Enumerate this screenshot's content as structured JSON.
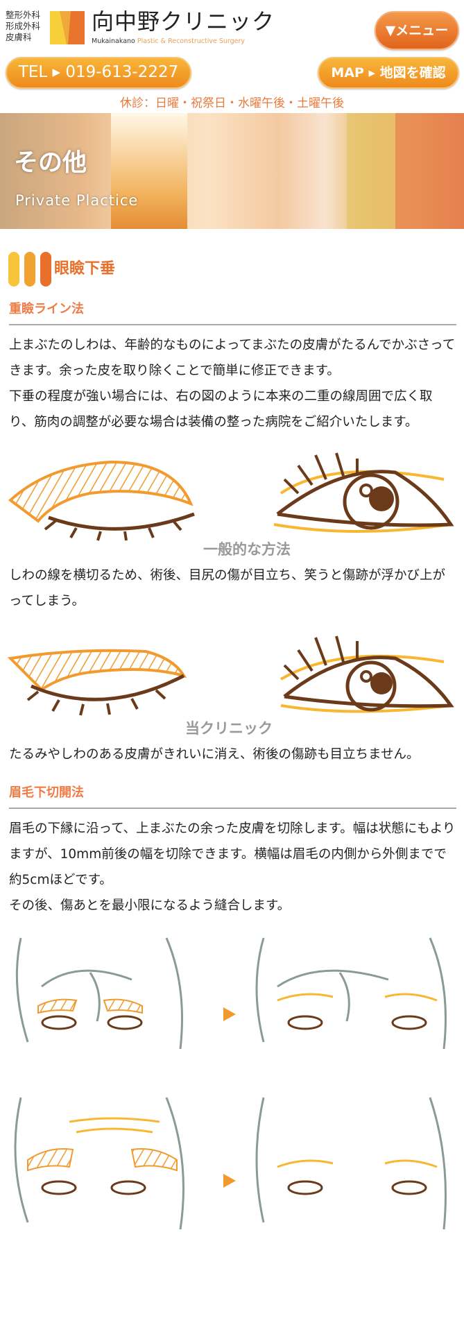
{
  "header": {
    "departments": [
      "整形外科",
      "形成外科",
      "皮膚科"
    ],
    "clinic_name": "向中野クリニック",
    "subtitle_a": "Mukainakano",
    "subtitle_b": "Plastic & Reconstructive Surgery",
    "menu_label": "▼メニュー",
    "tel_label": "TEL ▸ 019-613-2227",
    "map_label": "MAP ▸ 地図を確認",
    "closed_days": "休診：日曜・祝祭日・水曜午後・土曜午後"
  },
  "banner": {
    "title": "その他",
    "subtitle": "Private Plactice"
  },
  "section": {
    "title": "眼瞼下垂",
    "sub1": {
      "title": "重瞼ライン法",
      "para1": "上まぶたのしわは、年齢的なものによってまぶたの皮膚がたるんでかぶさってきます。余った皮を取り除くことで簡単に修正できます。",
      "para2": "下垂の程度が強い場合には、右の図のように本来の二重の線周囲で広く取り、筋肉の調整が必要な場合は装備の整った病院をご紹介いたします。",
      "figure1_caption": "一般的な方法",
      "figure1_text": "しわの線を横切るため、術後、目尻の傷が目立ち、笑うと傷跡が浮かび上がってしまう。",
      "figure2_caption": "当クリニック",
      "figure2_text": "たるみやしわのある皮膚がきれいに消え、術後の傷跡も目立ちません。"
    },
    "sub2": {
      "title": "眉毛下切開法",
      "para1": "眉毛の下縁に沿って、上まぶたの余った皮膚を切除します。幅は状態にもよりますが、10mm前後の幅を切除できます。横幅は眉毛の内側から外側までで約5cmほどです。",
      "para2": "その後、傷あとを最小限になるよう縫合します。"
    }
  },
  "colors": {
    "accent": "#e8702a",
    "yellow": "#f8b63a",
    "brown": "#6b3a1a"
  }
}
